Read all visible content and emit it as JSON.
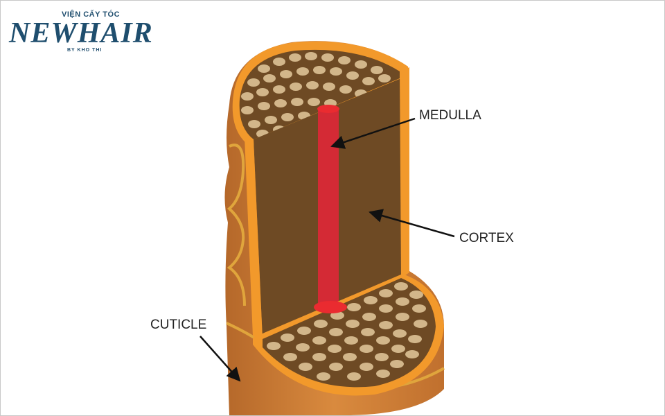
{
  "logo": {
    "top_text": "VIỆN CẤY TÓC",
    "main_text": "NEWHAIR",
    "sub_text": "BY KHO THI"
  },
  "labels": {
    "medulla": "MEDULLA",
    "cortex": "CORTEX",
    "cuticle": "CUTICLE"
  },
  "colors": {
    "cuticle_outer": "#c87a32",
    "cuticle_rim": "#f2992b",
    "cortex": "#6e4a24",
    "fiber": "#d2b68a",
    "medulla": "#d42a35",
    "brand": "#1f4e6e"
  }
}
